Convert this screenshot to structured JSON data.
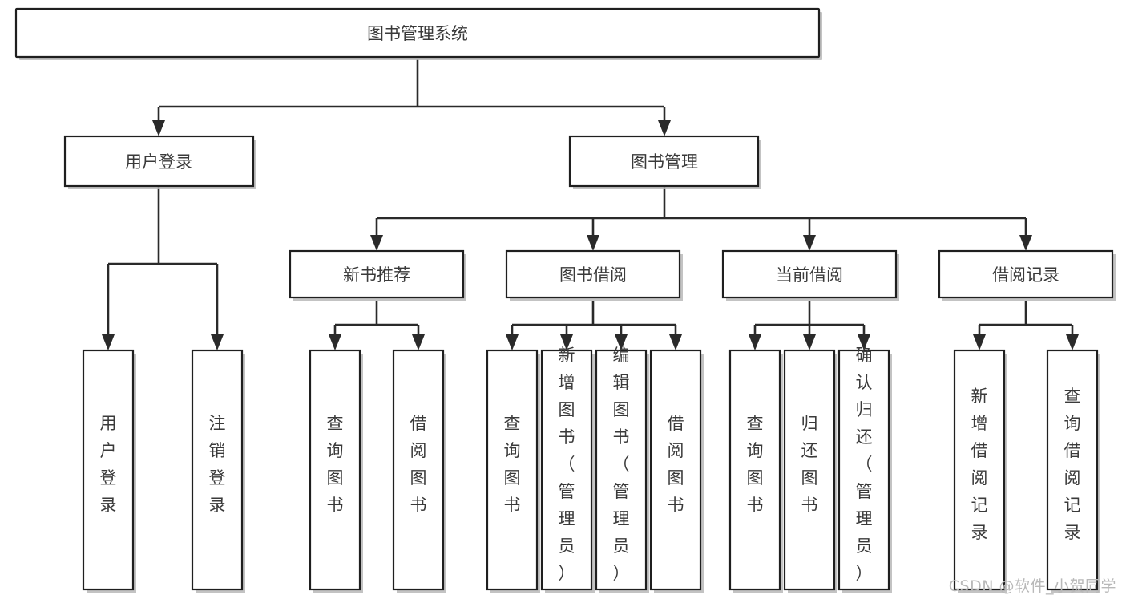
{
  "diagram": {
    "title": "图书管理系统",
    "watermark": "CSDN @软件_小贺同学",
    "colors": {
      "background": "#ffffff",
      "box_stroke": "#1f1f1f",
      "box_fill": "#ffffff",
      "connector": "#2a2a2a",
      "text": "#3a3a3a",
      "watermark": "#b9b9b9"
    },
    "root": {
      "label": "图书管理系统"
    },
    "level2": [
      {
        "label": "用户登录"
      },
      {
        "label": "图书管理"
      }
    ],
    "level3": [
      {
        "label": "新书推荐"
      },
      {
        "label": "图书借阅"
      },
      {
        "label": "当前借阅"
      },
      {
        "label": "借阅记录"
      }
    ],
    "leaves": {
      "user_login": [
        {
          "label": "用户登录"
        },
        {
          "label": "注销登录"
        }
      ],
      "new_book_recommend": [
        {
          "label": "查询图书"
        },
        {
          "label": "借阅图书"
        }
      ],
      "book_borrow": [
        {
          "label": "查询图书"
        },
        {
          "label": "新增图书（管理员）"
        },
        {
          "label": "编辑图书（管理员）"
        },
        {
          "label": "借阅图书"
        }
      ],
      "current_borrow": [
        {
          "label": "查询图书"
        },
        {
          "label": "归还图书"
        },
        {
          "label": "确认归还（管理员）"
        }
      ],
      "borrow_record": [
        {
          "label": "新增借阅记录"
        },
        {
          "label": "查询借阅记录"
        }
      ]
    }
  }
}
